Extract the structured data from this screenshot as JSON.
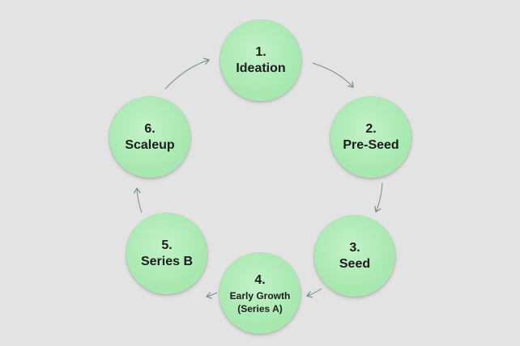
{
  "diagram": {
    "stages": [
      {
        "number": "1.",
        "label_lines": [
          "Ideation"
        ]
      },
      {
        "number": "2.",
        "label_lines": [
          "Pre-Seed"
        ]
      },
      {
        "number": "3.",
        "label_lines": [
          "Seed"
        ]
      },
      {
        "number": "4.",
        "label_lines": [
          "Early Growth",
          "(Series A)"
        ]
      },
      {
        "number": "5.",
        "label_lines": [
          "Series B"
        ]
      },
      {
        "number": "6.",
        "label_lines": [
          "Scaleup"
        ]
      }
    ],
    "colors": {
      "background": "#e3e3e3",
      "circle_fill": "#a9e9b1",
      "arrow": "#6f8f86",
      "text": "#1c1c1c"
    }
  }
}
